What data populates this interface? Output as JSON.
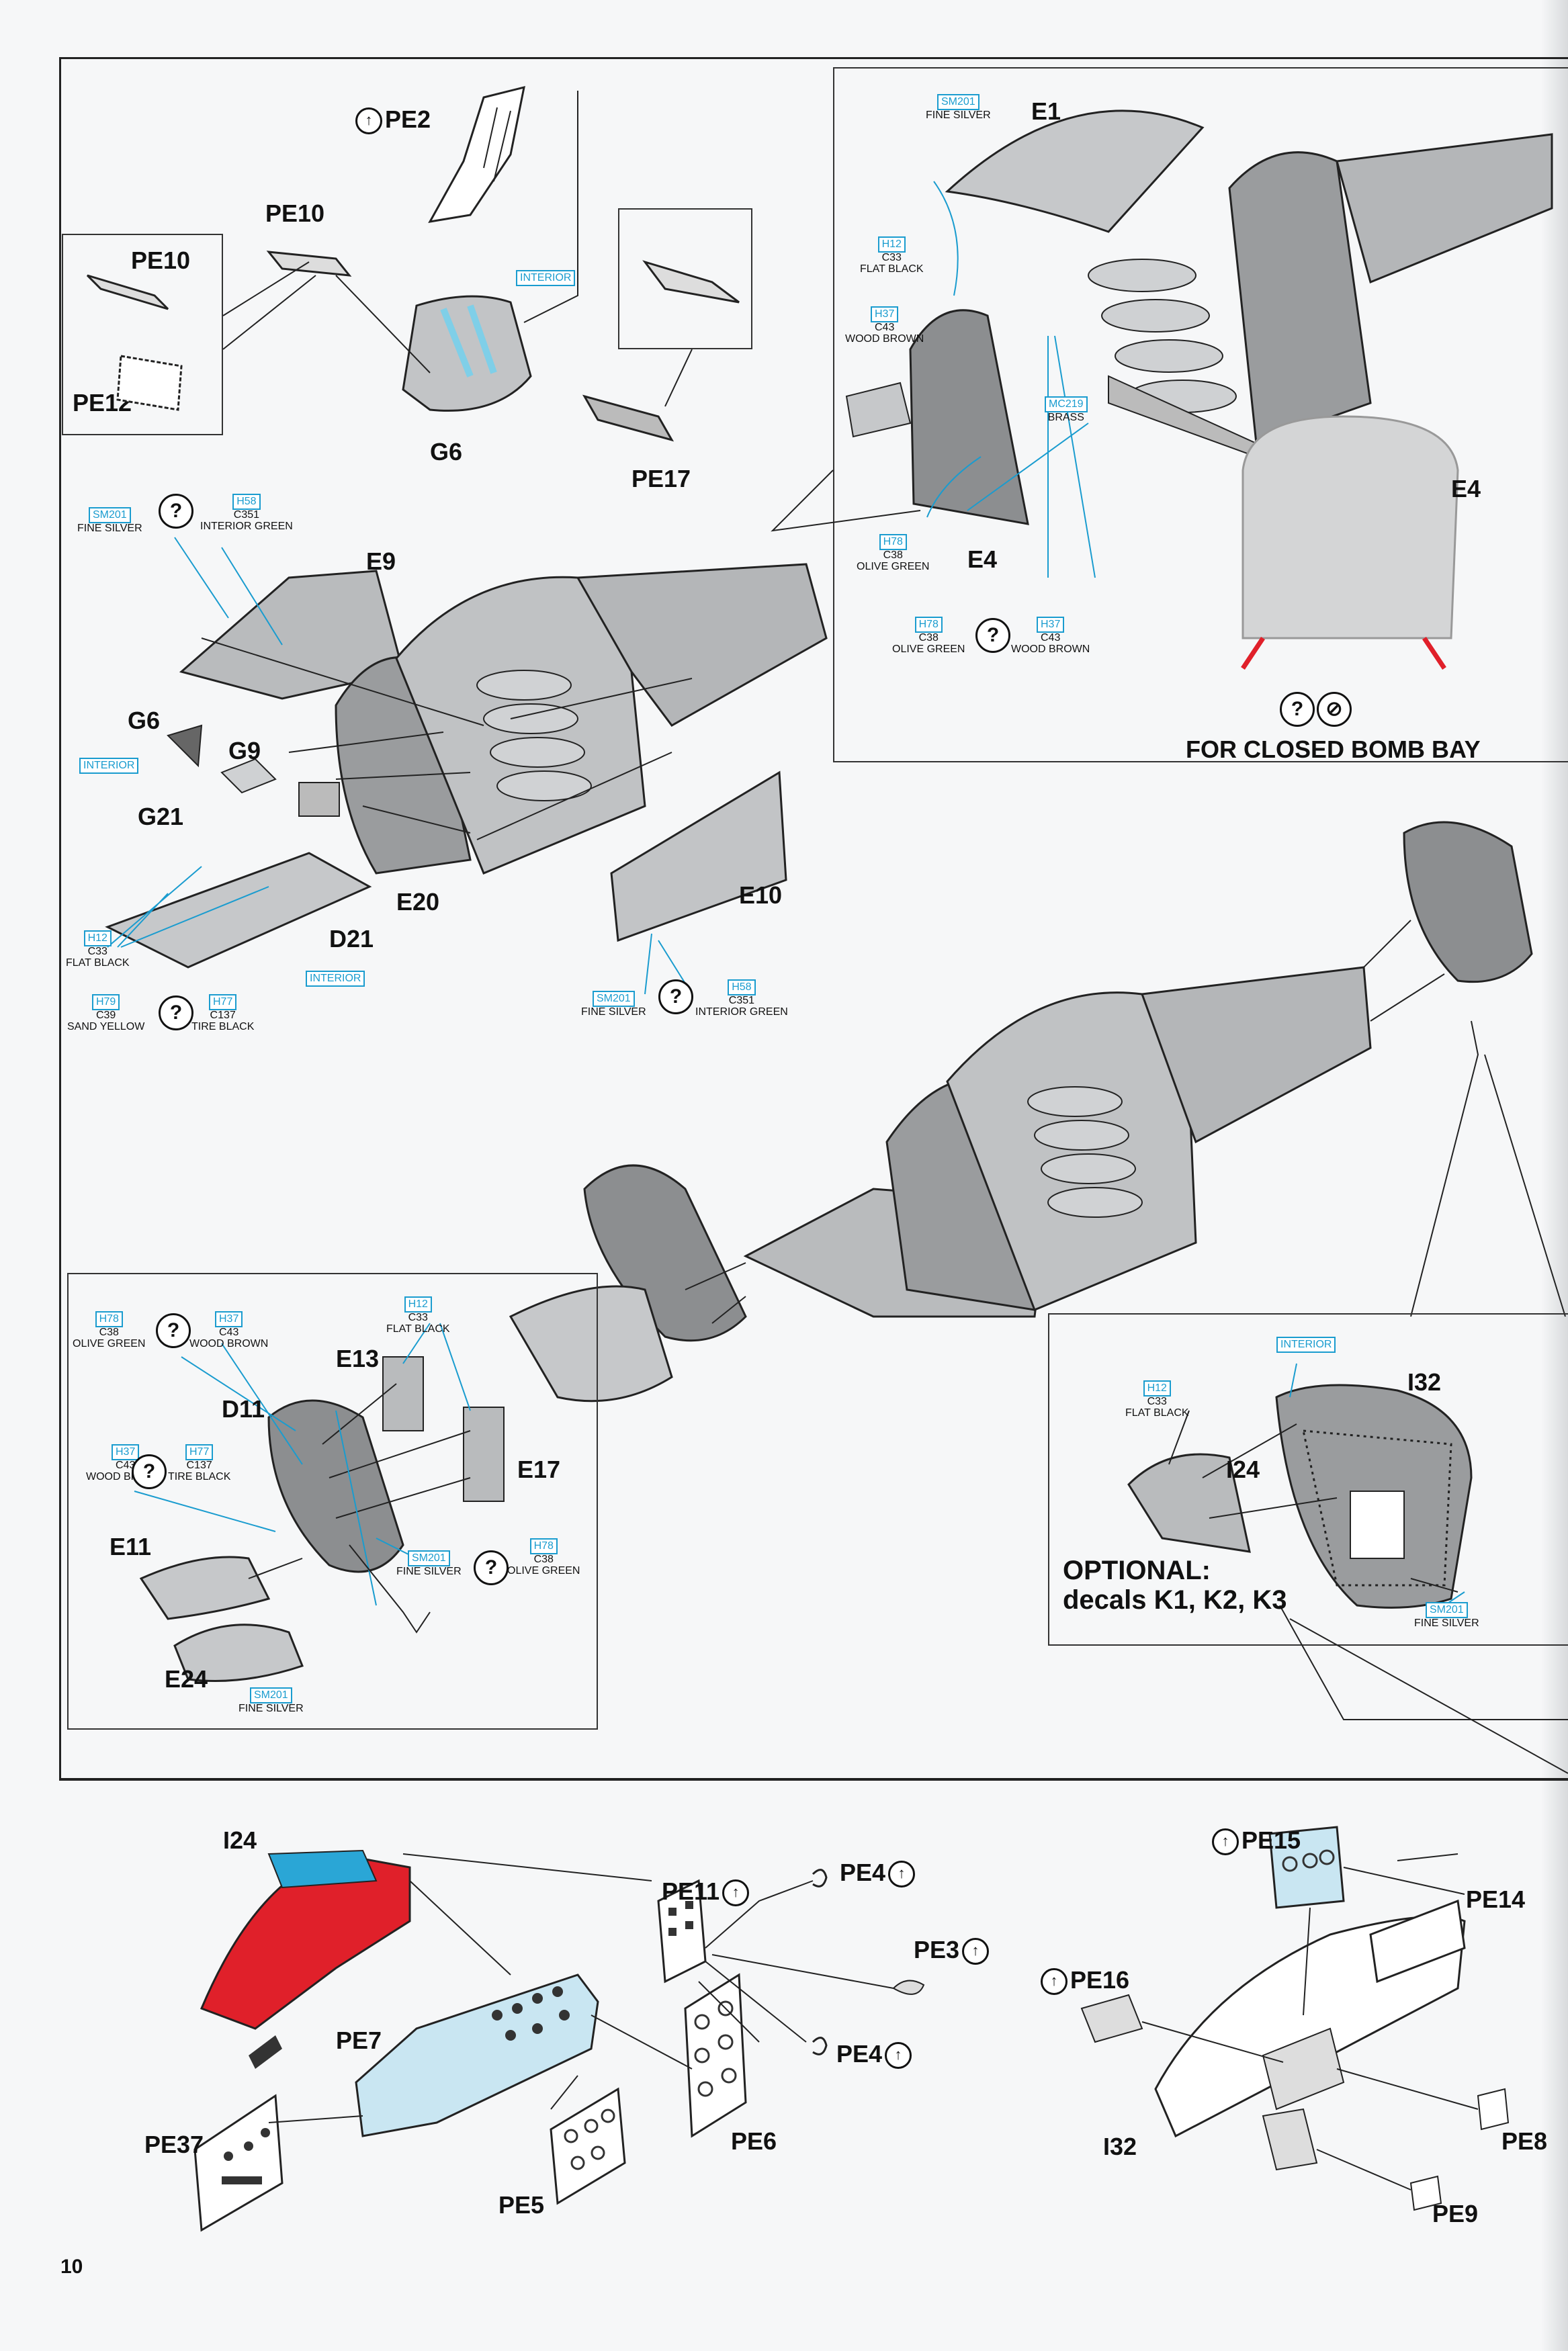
{
  "page": {
    "number": "10"
  },
  "step1": {
    "pe_labels": [
      "PE2",
      "PE10",
      "PE10",
      "PE12",
      "G6",
      "PE17"
    ],
    "interior_tag": "INTERIOR",
    "e9": "E9",
    "g6": "G6",
    "g9": "G9",
    "g21": "G21",
    "e20": "E20",
    "d21": "D21",
    "e10": "E10",
    "colors": {
      "c1": {
        "codes": [
          "SM201"
        ],
        "name": "FINE SILVER"
      },
      "c2": {
        "codes": [
          "H58",
          "C351"
        ],
        "name": "INTERIOR GREEN"
      },
      "c3": {
        "codes": [
          "H12",
          "C33"
        ],
        "name": "FLAT BLACK"
      },
      "c4": {
        "codes": [
          "H79",
          "C39"
        ],
        "name": "SAND YELLOW"
      },
      "c5": {
        "codes": [
          "H77",
          "C137"
        ],
        "name": "TIRE BLACK"
      },
      "c6": {
        "codes": [
          "SM201"
        ],
        "name": "FINE SILVER"
      },
      "c7": {
        "codes": [
          "H58",
          "C351"
        ],
        "name": "INTERIOR GREEN"
      }
    }
  },
  "inset_bomb_bay": {
    "e1": "E1",
    "e4a": "E4",
    "e4b": "E4",
    "caption": "FOR CLOSED BOMB BAY",
    "colors": {
      "c1": {
        "codes": [
          "SM201"
        ],
        "name": "FINE SILVER"
      },
      "c2": {
        "codes": [
          "H12",
          "C33"
        ],
        "name": "FLAT BLACK"
      },
      "c3": {
        "codes": [
          "H37",
          "C43"
        ],
        "name": "WOOD BROWN"
      },
      "c4": {
        "codes": [
          "MC219"
        ],
        "name": "BRASS"
      },
      "c5": {
        "codes": [
          "H78",
          "C38"
        ],
        "name": "OLIVE GREEN"
      },
      "c6": {
        "codes": [
          "H78",
          "C38"
        ],
        "name": "OLIVE GREEN"
      },
      "c7": {
        "codes": [
          "H37",
          "C43"
        ],
        "name": "WOOD BROWN"
      }
    }
  },
  "step2": {
    "e13": "E13",
    "d11": "D11",
    "e17": "E17",
    "e11": "E11",
    "e24": "E24",
    "colors": {
      "c1": {
        "codes": [
          "H78",
          "C38"
        ],
        "name": "OLIVE GREEN"
      },
      "c2": {
        "codes": [
          "H37",
          "C43"
        ],
        "name": "WOOD BROWN"
      },
      "c3": {
        "codes": [
          "H12",
          "C33"
        ],
        "name": "FLAT BLACK"
      },
      "c4": {
        "codes": [
          "H37",
          "C43"
        ],
        "name": "WOOD BROWN"
      },
      "c5": {
        "codes": [
          "H77",
          "C137"
        ],
        "name": "TIRE BLACK"
      },
      "c6": {
        "codes": [
          "SM201"
        ],
        "name": "FINE SILVER"
      },
      "c7": {
        "codes": [
          "H78",
          "C38"
        ],
        "name": "OLIVE GREEN"
      },
      "c8": {
        "codes": [
          "SM201"
        ],
        "name": "FINE SILVER"
      }
    }
  },
  "step3": {
    "interior_tag": "INTERIOR",
    "i32": "I32",
    "i24": "I24",
    "optional": "OPTIONAL:",
    "decals": "decals K1, K2, K3",
    "colors": {
      "c1": {
        "codes": [
          "H12",
          "C33"
        ],
        "name": "FLAT BLACK"
      },
      "c2": {
        "codes": [
          "SM201"
        ],
        "name": "FINE SILVER"
      }
    }
  },
  "bottom": {
    "i24": "I24",
    "pe7": "PE7",
    "pe37": "PE37",
    "pe5": "PE5",
    "pe6": "PE6",
    "pe11": "PE11",
    "pe4a": "PE4",
    "pe3": "PE3",
    "pe4b": "PE4",
    "pe15": "PE15",
    "pe14": "PE14",
    "pe16": "PE16",
    "i32": "I32",
    "pe8": "PE8",
    "pe9": "PE9"
  },
  "colors": {
    "plastic": "#b9bbbd",
    "ink": "#111111",
    "code_blue": "#1a9ccf",
    "red": "#e0202a",
    "photoetch": "#c9e6f2"
  }
}
